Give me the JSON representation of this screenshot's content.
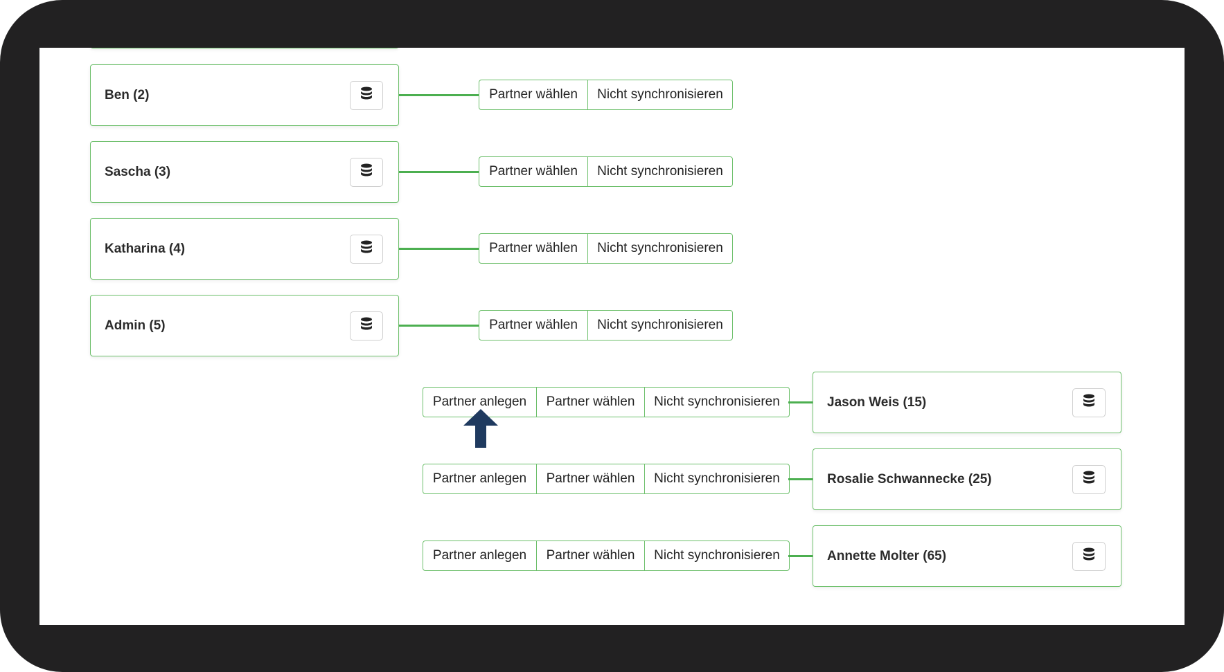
{
  "accent_color": "#4caf50",
  "arrow_color": "#1f3a5f",
  "left_nodes": [
    {
      "label": "Ben (2)",
      "buttons": [
        "Partner wählen",
        "Nicht synchronisieren"
      ]
    },
    {
      "label": "Sascha (3)",
      "buttons": [
        "Partner wählen",
        "Nicht synchronisieren"
      ]
    },
    {
      "label": "Katharina (4)",
      "buttons": [
        "Partner wählen",
        "Nicht synchronisieren"
      ]
    },
    {
      "label": "Admin (5)",
      "buttons": [
        "Partner wählen",
        "Nicht synchronisieren"
      ]
    }
  ],
  "right_nodes": [
    {
      "label": "Jason Weis (15)",
      "buttons": [
        "Partner anlegen",
        "Partner wählen",
        "Nicht synchronisieren"
      ]
    },
    {
      "label": "Rosalie Schwannecke (25)",
      "buttons": [
        "Partner anlegen",
        "Partner wählen",
        "Nicht synchronisieren"
      ]
    },
    {
      "label": "Annette Molter (65)",
      "buttons": [
        "Partner anlegen",
        "Partner wählen",
        "Nicht synchronisieren"
      ]
    }
  ],
  "icons": {
    "card_action": "database-icon",
    "pointer": "arrow-up-icon"
  }
}
